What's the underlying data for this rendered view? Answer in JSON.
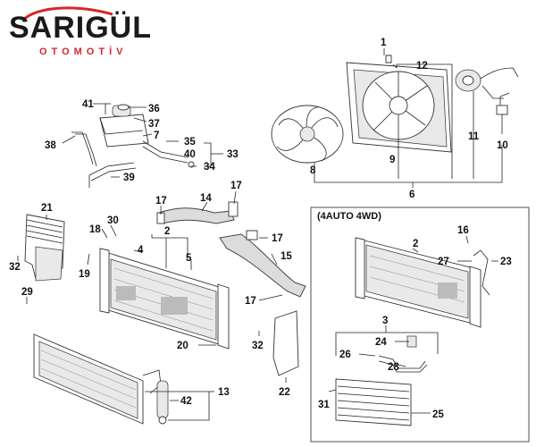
{
  "logo": {
    "name": "SARIGÜL",
    "subtitle": "OTOMOTİV",
    "accent_color": "#d8262b",
    "text_color": "#1a1a1a"
  },
  "panel": {
    "title": "(4AUTO 4WD)"
  },
  "callouts": {
    "n1": "1",
    "n2": "2",
    "n2b": "2",
    "n3": "3",
    "n4": "4",
    "n5": "5",
    "n6": "6",
    "n7": "7",
    "n8": "8",
    "n9": "9",
    "n10": "10",
    "n11": "11",
    "n12": "12",
    "n13": "13",
    "n14": "14",
    "n15": "15",
    "n16": "16",
    "n17a": "17",
    "n17b": "17",
    "n17c": "17",
    "n17d": "17",
    "n18": "18",
    "n19": "19",
    "n20": "20",
    "n21": "21",
    "n22": "22",
    "n23": "23",
    "n24": "24",
    "n25": "25",
    "n26": "26",
    "n27": "27",
    "n28": "28",
    "n29": "29",
    "n30": "30",
    "n31": "31",
    "n32a": "32",
    "n32b": "32",
    "n33": "33",
    "n34": "34",
    "n35": "35",
    "n36": "36",
    "n37": "37",
    "n38": "38",
    "n39": "39",
    "n40": "40",
    "n41": "41",
    "n42": "42"
  }
}
